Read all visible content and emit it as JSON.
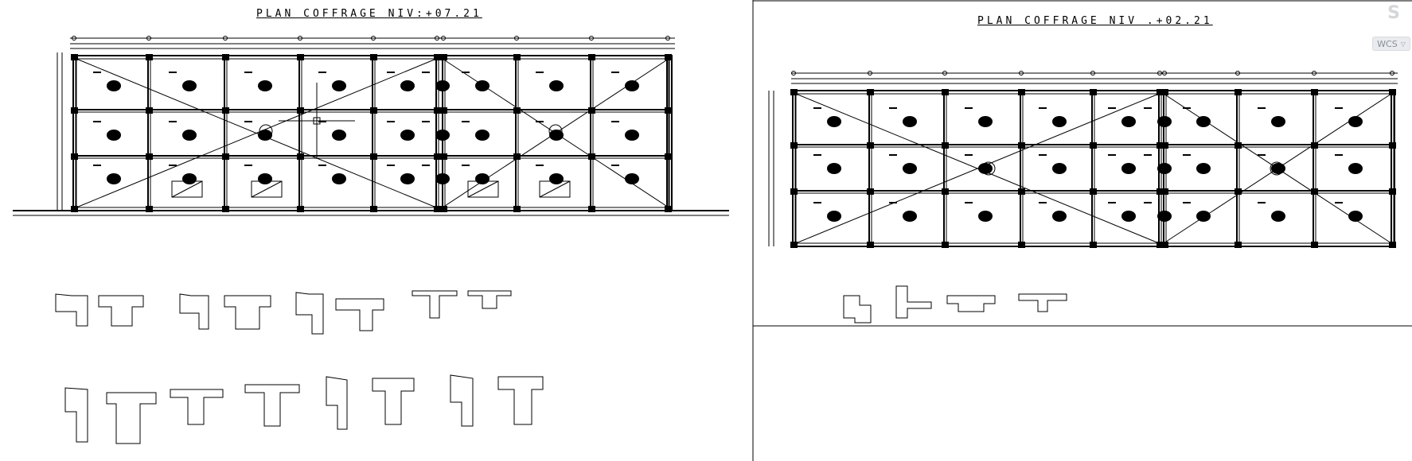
{
  "drawing": {
    "left_plan": {
      "title": "PLAN COFFRAGE NIV:+07.21"
    },
    "right_plan": {
      "title": "PLAN COFFRAGE NIV .+02.21"
    }
  },
  "viewcube": {
    "nav_icon": "steering-wheel-icon",
    "wcs_label": "WCS",
    "wcs_menu_icon": "chevron-down-icon"
  },
  "colors": {
    "background": "#ffffff",
    "ink": "#000000",
    "ui_widget": "#e9ebee"
  }
}
